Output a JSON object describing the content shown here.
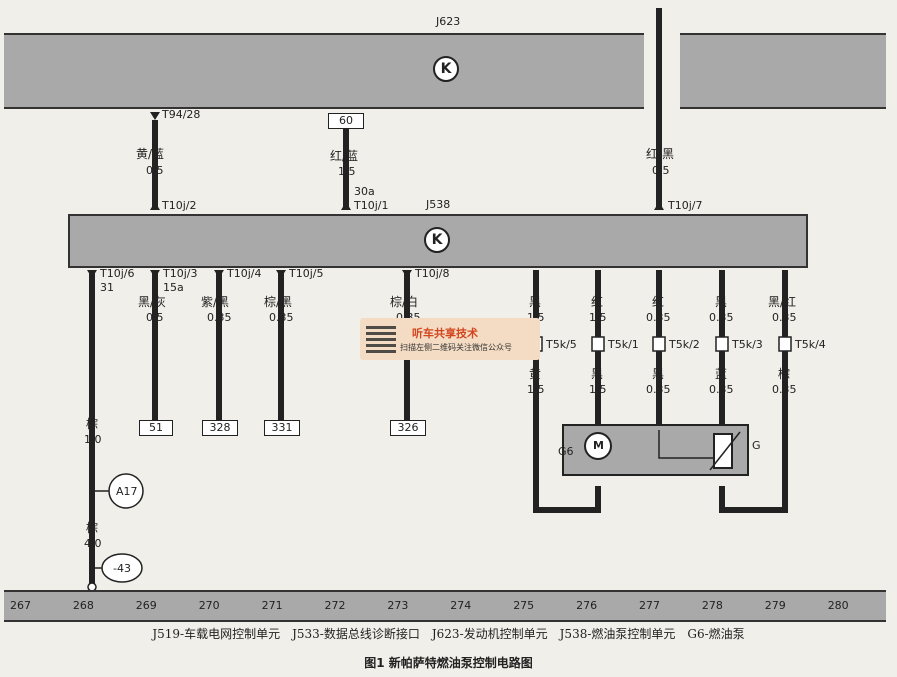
{
  "modules": {
    "j623": {
      "label": "J623"
    },
    "j538": {
      "label": "J538"
    }
  },
  "top_wires": {
    "w1": {
      "connector": "T94/28",
      "color": "黄/蓝",
      "gauge": "0.5",
      "pin": "T10j/2"
    },
    "w2": {
      "fuse": "60",
      "color": "红/蓝",
      "gauge": "1.5",
      "terminal": "30a",
      "pin": "T10j/1"
    },
    "w3": {
      "color": "红/黑",
      "gauge": "0.5",
      "pin": "T10j/7"
    }
  },
  "bottom_wires": {
    "b1": {
      "pin": "T10j/6",
      "terminal": "31",
      "color1": "棕",
      "gauge1": "1.0",
      "splice": "A17",
      "color2": "棕",
      "gauge2": "4.0",
      "ground": "-43"
    },
    "b2": {
      "pin": "T10j/3",
      "terminal": "15a",
      "color": "黑/灰",
      "gauge": "0.5",
      "dest": "51"
    },
    "b3": {
      "pin": "T10j/4",
      "color": "紫/黑",
      "gauge": "0.35",
      "dest": "328"
    },
    "b4": {
      "pin": "T10j/5",
      "color": "棕/黑",
      "gauge": "0.35",
      "dest": "331"
    },
    "b5": {
      "pin": "T10j/8",
      "color": "棕/白",
      "gauge": "0.35",
      "dest": "326"
    },
    "b6": {
      "color": "黑",
      "gauge": "1.5",
      "conn": "T5k/5",
      "color2": "黄",
      "gauge2": "1.5"
    },
    "b7": {
      "color": "红",
      "gauge": "1.5",
      "conn": "T5k/1",
      "color2": "黑",
      "gauge2": "1.5"
    },
    "b8": {
      "color": "红",
      "gauge": "0.35",
      "conn": "T5k/2",
      "color2": "黑",
      "gauge2": "0.35"
    },
    "b9": {
      "color": "黑",
      "gauge": "0.35",
      "conn": "T5k/3",
      "color2": "蓝",
      "gauge2": "0.35"
    },
    "b10": {
      "color": "黑/红",
      "gauge": "0.35",
      "conn": "T5k/4",
      "color2": "棕",
      "gauge2": "0.35"
    }
  },
  "pump": {
    "label": "G6",
    "motor": "M",
    "sensor": "G"
  },
  "scale": [
    "267",
    "268",
    "269",
    "270",
    "271",
    "272",
    "273",
    "274",
    "275",
    "276",
    "277",
    "278",
    "279",
    "280"
  ],
  "legend": "J519-车载电网控制单元　J533-数据总线诊断接口　J623-发动机控制单元　J538-燃油泵控制单元　G6-燃油泵",
  "caption": "图1 新帕萨特燃油泵控制电路图",
  "watermark": {
    "title": "听车共享技术",
    "subtitle": "扫描左侧二维码关注微信公众号"
  },
  "icons": {
    "module": "K"
  }
}
